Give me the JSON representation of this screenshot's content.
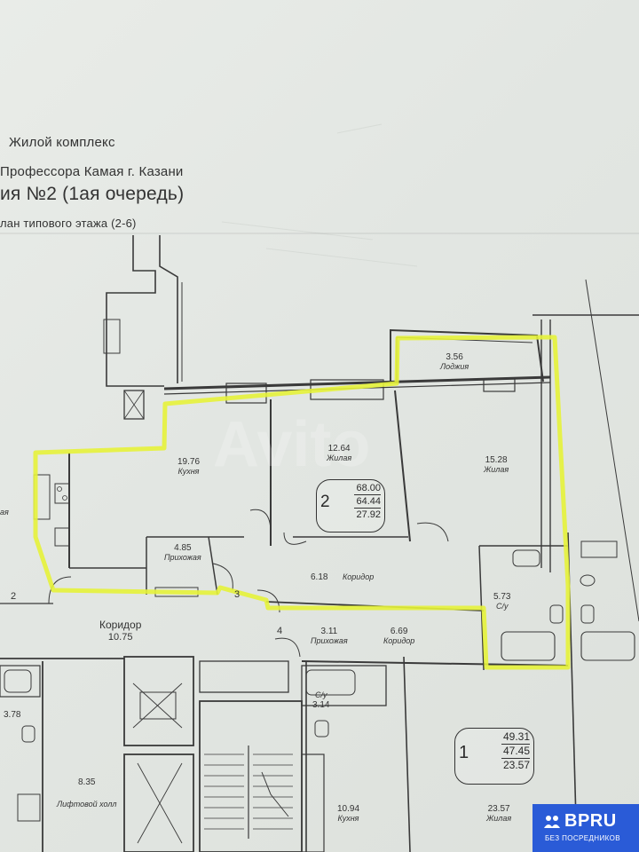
{
  "header": {
    "line1": "Жилой комплекс",
    "line2": "Профессора Камая г. Казани",
    "line3": "ия №2 (1ая очередь)",
    "line4": "лан типового этажа (2-6)"
  },
  "rooms": {
    "loggia": {
      "area": "3.56",
      "name": "Лоджия"
    },
    "living1": {
      "area": "12.64",
      "name": "Жилая"
    },
    "living2": {
      "area": "15.28",
      "name": "Жилая"
    },
    "kitchen": {
      "area": "19.76",
      "name": "Кухня"
    },
    "hall": {
      "area": "4.85",
      "name": "Прихожая"
    },
    "corridor1": {
      "area": "6.18",
      "name": "Коридор"
    },
    "bath": {
      "area": "5.73",
      "name": "С/у"
    },
    "hall2": {
      "area": "3.11",
      "name": "Прихожая"
    },
    "corridor2": {
      "area": "6.69",
      "name": "Коридор"
    },
    "corridor_main": {
      "area": "10.75",
      "name": "Коридор"
    },
    "bath2": {
      "area": "3.14",
      "name": "С/у"
    },
    "bath3": {
      "area": "3.78",
      "name": ""
    },
    "lift_hall": {
      "area": "8.35",
      "name": "Лифтовой холл"
    },
    "kitchen2": {
      "area": "10.94",
      "name": "Кухня"
    },
    "living3": {
      "area": "23.57",
      "name": "Жилая"
    },
    "left_room": {
      "name": "ая"
    }
  },
  "apartment2": {
    "rooms": "2",
    "total": "68.00",
    "area": "64.44",
    "living": "27.92"
  },
  "apartment1": {
    "rooms": "1",
    "total": "49.31",
    "area": "47.45",
    "living": "23.57"
  },
  "door_numbers": [
    "2",
    "3",
    "4"
  ],
  "highlight_color": "#e6f23a",
  "watermark": "Avito",
  "logo": {
    "brand": "BPRU",
    "sub": "БЕЗ ПОСРЕДНИКОВ",
    "bg": "#2a5bd7"
  }
}
